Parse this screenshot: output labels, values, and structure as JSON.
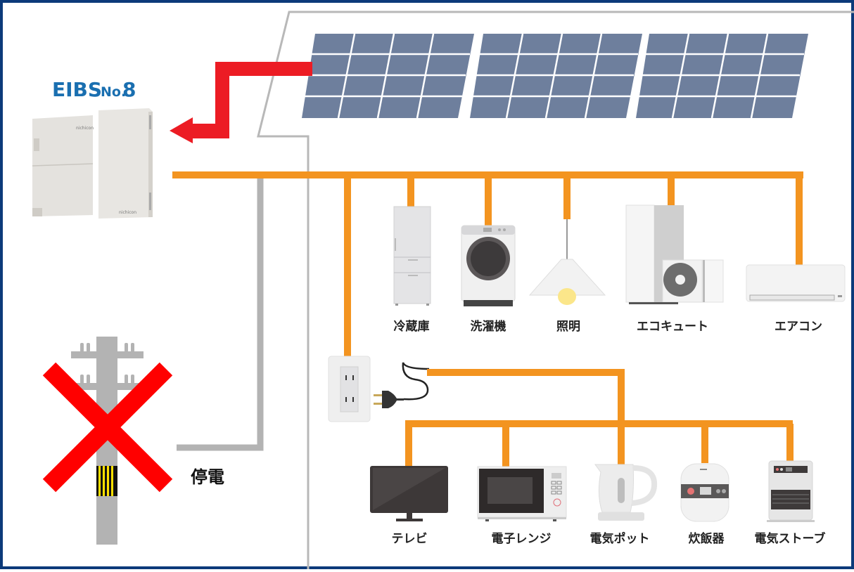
{
  "product": {
    "name": "EIBS",
    "model_prefix": "No.",
    "model_number": "8"
  },
  "grid_status_label": "停電",
  "colors": {
    "frame": "#0c3a7a",
    "brand_text": "#1a6fb0",
    "power_line": "#f39420",
    "solar_flow_arrow": "#ec1c24",
    "grid_line": "#b3b3b3",
    "house_outline": "#b3b3b3",
    "solar_panel": "#6e7f9d",
    "cross_mark": "#ff0000"
  },
  "appliances_main_circuit": [
    {
      "id": "refrigerator",
      "label": "冷蔵庫"
    },
    {
      "id": "washing-machine",
      "label": "洗濯機"
    },
    {
      "id": "lighting",
      "label": "照明"
    },
    {
      "id": "ecocute",
      "label": "エコキュート"
    },
    {
      "id": "air-conditioner",
      "label": "エアコン"
    }
  ],
  "appliances_outlet_circuit": [
    {
      "id": "tv",
      "label": "テレビ"
    },
    {
      "id": "microwave",
      "label": "電子レンジ"
    },
    {
      "id": "electric-kettle",
      "label": "電気ポット"
    },
    {
      "id": "rice-cooker",
      "label": "炊飯器"
    },
    {
      "id": "electric-heater",
      "label": "電気ストーブ"
    }
  ]
}
